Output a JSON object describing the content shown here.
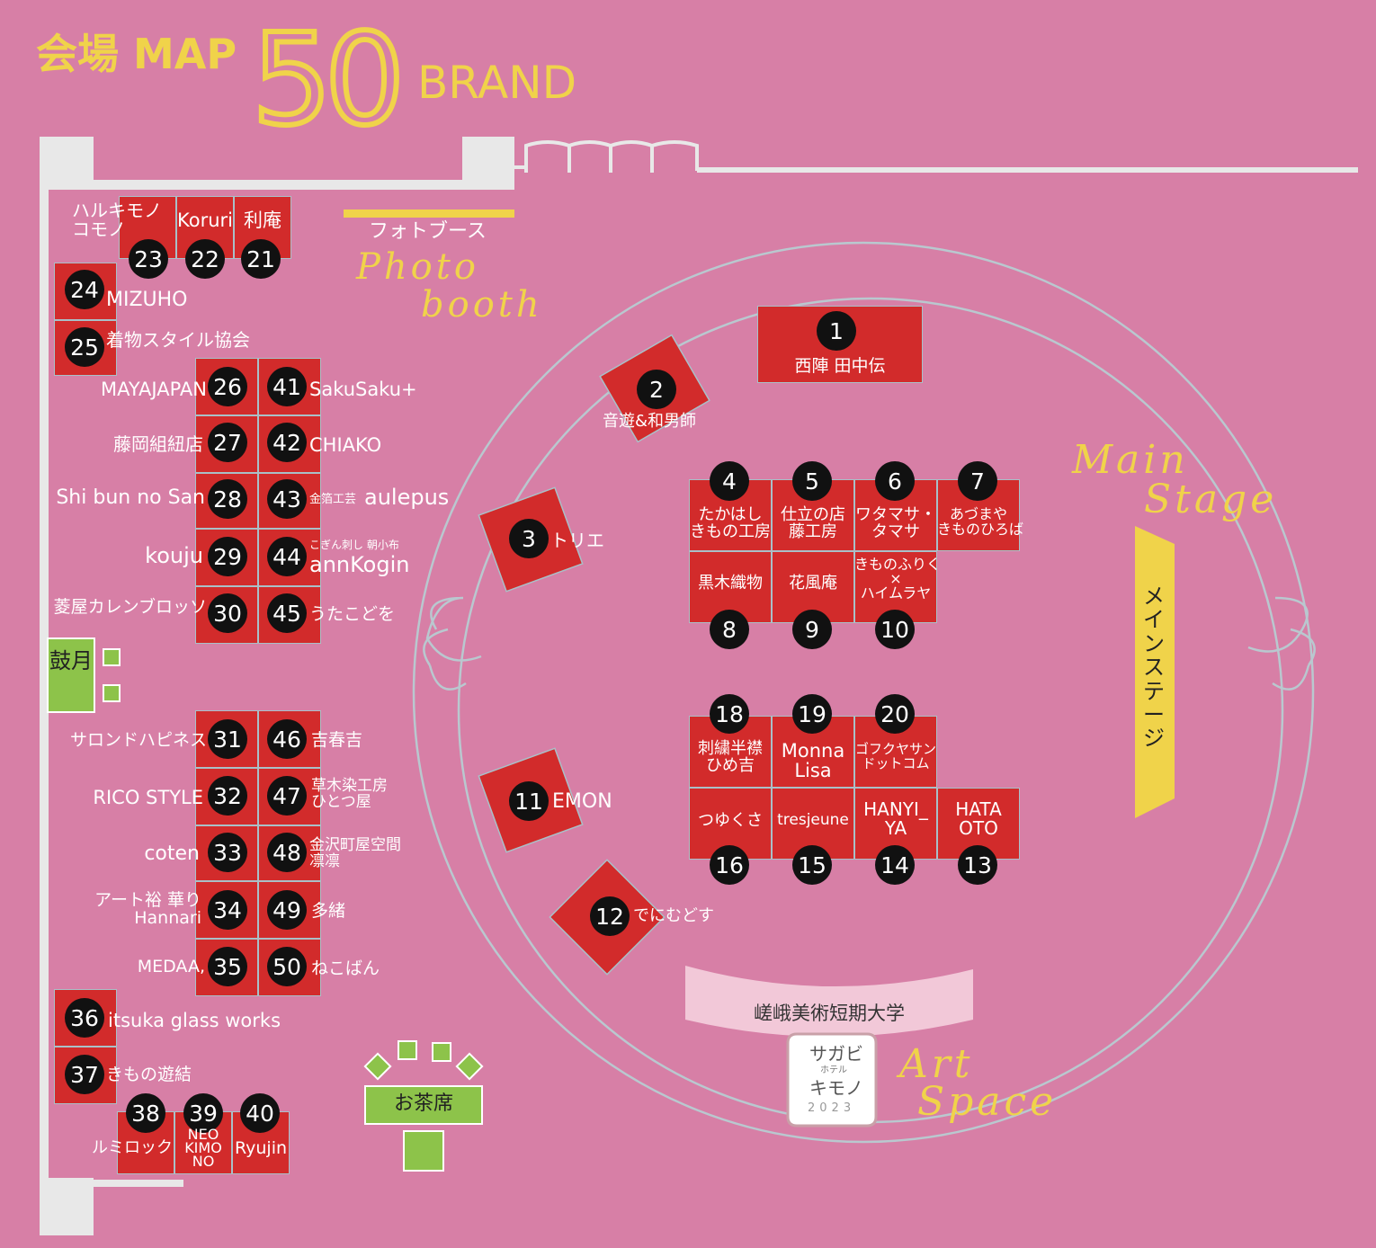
{
  "header": {
    "title": "会場 MAP",
    "count": "50",
    "unit": "BRAND"
  },
  "areas": {
    "photo_booth_jp": "フォトブース",
    "photo_booth_en_1": "Photo",
    "photo_booth_en_2": "booth",
    "main_stage_en_1": "Main",
    "main_stage_en_2": "Stage",
    "main_stage_jp": "メインステージ",
    "art_space_en_1": "Art",
    "art_space_en_2": "Space",
    "college": "嵯峨美術短期大学",
    "tea": "お茶席",
    "tsuzumi": "鼓月",
    "logo_text_1": "サガビ",
    "logo_text_2": "ホテル",
    "logo_text_3": "キモノ",
    "logo_text_4": "2023"
  },
  "booths": {
    "b1": {
      "num": "1",
      "name": "西陣 田中伝"
    },
    "b2": {
      "num": "2",
      "name": "音遊&和男師"
    },
    "b3": {
      "num": "3",
      "name": "トリエ"
    },
    "b4": {
      "num": "4",
      "name": "たかはし\nきもの工房"
    },
    "b5": {
      "num": "5",
      "name": "仕立の店\n藤工房"
    },
    "b6": {
      "num": "6",
      "name": "ワタマサ・\nタマサ"
    },
    "b7": {
      "num": "7",
      "name": "あづまや\nきものひろば"
    },
    "b8": {
      "num": "8",
      "name": "黒木織物"
    },
    "b9": {
      "num": "9",
      "name": "花風庵"
    },
    "b10": {
      "num": "10",
      "name": "きものふりく\n×\nハイムラヤ"
    },
    "b11": {
      "num": "11",
      "name": "EMON"
    },
    "b12": {
      "num": "12",
      "name": "でにむどす"
    },
    "b13": {
      "num": "13",
      "name": "HATA\nOTO"
    },
    "b14": {
      "num": "14",
      "name": "HANYI_\nYA"
    },
    "b15": {
      "num": "15",
      "name": "tresjeune"
    },
    "b16": {
      "num": "16",
      "name": "つゆくさ"
    },
    "b18": {
      "num": "18",
      "name": "刺繍半襟\nひめ吉"
    },
    "b19": {
      "num": "19",
      "name": "Monna\nLisa"
    },
    "b20": {
      "num": "20",
      "name": "ゴフクヤサン\nドットコム"
    },
    "b21": {
      "num": "21",
      "name": "利庵"
    },
    "b22": {
      "num": "22",
      "name": "Koruri"
    },
    "b23": {
      "num": "23",
      "name": "ハルキモノ\nコモノ"
    },
    "b24": {
      "num": "24",
      "name": "MIZUHO"
    },
    "b25": {
      "num": "25",
      "name": "着物スタイル協会"
    },
    "b26": {
      "num": "26",
      "name": "MAYAJAPAN"
    },
    "b27": {
      "num": "27",
      "name": "藤岡組紐店"
    },
    "b28": {
      "num": "28",
      "name": "Shi bun no San"
    },
    "b29": {
      "num": "29",
      "name": "kouju"
    },
    "b30": {
      "num": "30",
      "name": "菱屋カレンブロッソ"
    },
    "b31": {
      "num": "31",
      "name": "サロンドハピネス"
    },
    "b32": {
      "num": "32",
      "name": "RICO STYLE"
    },
    "b33": {
      "num": "33",
      "name": "coten"
    },
    "b34": {
      "num": "34",
      "name": "アート裕 華り\nHannari"
    },
    "b35": {
      "num": "35",
      "name": "MEDAA,"
    },
    "b36": {
      "num": "36",
      "name": "itsuka glass works"
    },
    "b37": {
      "num": "37",
      "name": "きもの遊結"
    },
    "b38": {
      "num": "38",
      "name": "ルミロック"
    },
    "b39": {
      "num": "39",
      "name": "NEO\nKIMO\nNO"
    },
    "b40": {
      "num": "40",
      "name": "Ryujin"
    },
    "b41": {
      "num": "41",
      "name": "SakuSaku+"
    },
    "b42": {
      "num": "42",
      "name": "CHIAKO"
    },
    "b43_small": "金箔工芸",
    "b43": {
      "num": "43",
      "name": "aulepus"
    },
    "b44_small": "こぎん刺し 朝小布",
    "b44": {
      "num": "44",
      "name": "annKogin"
    },
    "b45": {
      "num": "45",
      "name": "うたこどを"
    },
    "b46": {
      "num": "46",
      "name": "吉春吉"
    },
    "b47": {
      "num": "47",
      "name": "草木染工房\nひとつ屋"
    },
    "b48": {
      "num": "48",
      "name": "金沢町屋空間\n凛凛"
    },
    "b49": {
      "num": "49",
      "name": "多緒"
    },
    "b50": {
      "num": "50",
      "name": "ねこばん"
    }
  },
  "colors": {
    "background": "#d77fa6",
    "booth": "#d22b2b",
    "accent": "#f0d34a",
    "green": "#8dc34a",
    "wall": "#e8e8e8"
  }
}
